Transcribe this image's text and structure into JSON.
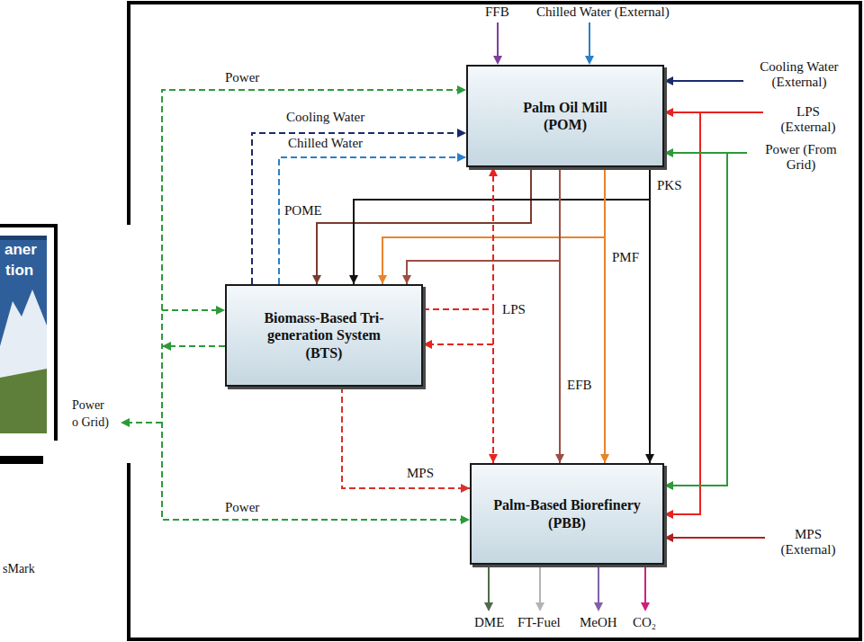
{
  "diagram": {
    "nodes": [
      {
        "text": [
          "Palm Oil Mill (POM)"
        ]
      },
      {
        "text": [
          "Biomass-Based Tri- generation System (BTS)"
        ]
      },
      {
        "text": [
          "Palm-Based Biorefinery (PBB)"
        ]
      }
    ],
    "edges": [
      {
        "from": 1,
        "to": 0,
        "arrow": "to",
        "label": "Power"
      },
      {
        "from": 1,
        "to": 0,
        "arrow": "to",
        "label": "Cooling Water"
      },
      {
        "from": 1,
        "to": 0,
        "arrow": "to",
        "label": "Chilled Water"
      },
      {
        "from": 0,
        "to": 1,
        "arrow": "to",
        "label": "POME"
      },
      {
        "from": 0,
        "to": 1,
        "arrow": "to"
      },
      {
        "from": 0,
        "to": 1,
        "arrow": "to"
      },
      {
        "from": 0,
        "to": 1,
        "arrow": "to"
      },
      {
        "from": 1,
        "to": 0,
        "arrow": "to",
        "label": "LPS"
      },
      {
        "from": 1,
        "to": 2,
        "arrow": "to"
      },
      {
        "from": 2,
        "to": 1,
        "arrow": "to"
      },
      {
        "from": 1,
        "to": 2,
        "arrow": "to",
        "label": "MPS"
      },
      {
        "from": 0,
        "to": 2,
        "arrow": "to",
        "label": "PKS"
      },
      {
        "from": 0,
        "to": 2,
        "arrow": "to",
        "label": "PMF"
      },
      {
        "from": 0,
        "to": 2,
        "arrow": "to",
        "label": "EFB"
      },
      {
        "from": 1,
        "to": 2,
        "arrow": "to",
        "label": "Power"
      }
    ],
    "labels": [
      "FFB",
      "Chilled Water (External)",
      "Cooling Water (External)",
      "LPS (External)",
      "Power (From Grid)",
      "MPS (External)",
      "DME",
      "FT-Fuel",
      "MeOH",
      "CO₂",
      "Power",
      "o Grid)",
      "aner",
      "tion",
      "sMark"
    ]
  }
}
